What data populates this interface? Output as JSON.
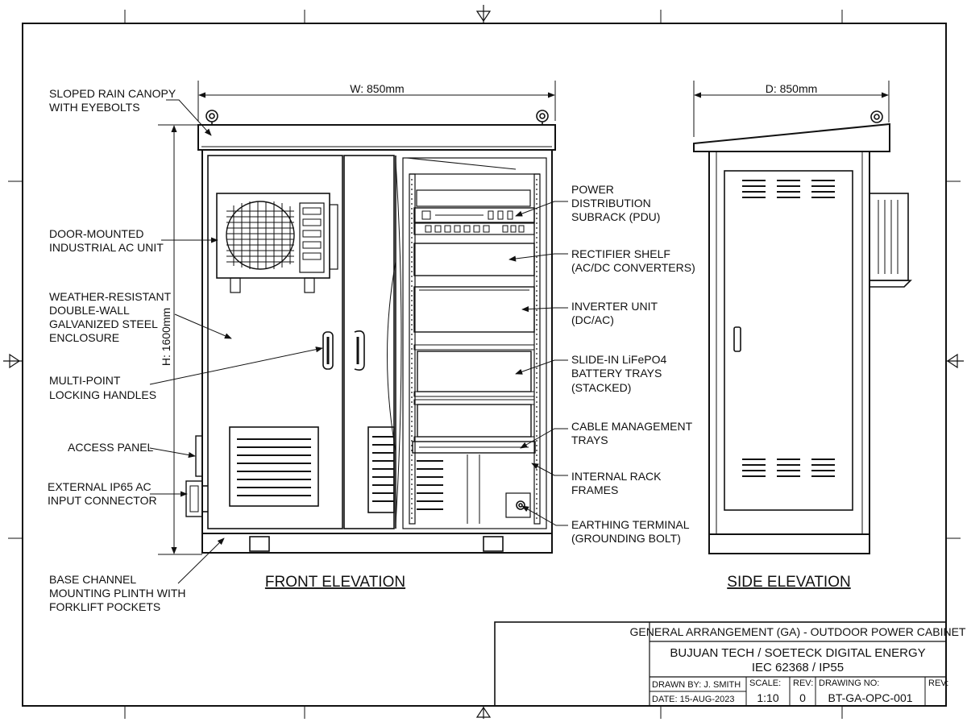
{
  "views": {
    "front_title": "FRONT ELEVATION",
    "side_title": "SIDE ELEVATION"
  },
  "dimensions": {
    "width": "W: 850mm",
    "depth": "D: 850mm",
    "height": "H: 1600mm"
  },
  "callouts_left": [
    [
      "SLOPED RAIN CANOPY",
      "WITH EYEBOLTS"
    ],
    [
      "DOOR-MOUNTED",
      "INDUSTRIAL AC UNIT"
    ],
    [
      "WEATHER-RESISTANT",
      "DOUBLE-WALL",
      "GALVANIZED STEEL",
      "ENCLOSURE"
    ],
    [
      "MULTI-POINT",
      "LOCKING HANDLES"
    ],
    [
      "ACCESS PANEL"
    ],
    [
      "EXTERNAL IP65 AC",
      "INPUT CONNECTOR"
    ],
    [
      "BASE CHANNEL",
      "MOUNTING PLINTH WITH",
      "FORKLIFT POCKETS"
    ]
  ],
  "callouts_right": [
    [
      "POWER",
      "DISTRIBUTION",
      "SUBRACK (PDU)"
    ],
    [
      "RECTIFIER SHELF",
      "(AC/DC CONVERTERS)"
    ],
    [
      "INVERTER UNIT",
      "(DC/AC)"
    ],
    [
      "SLIDE-IN LiFePO4",
      "BATTERY TRAYS",
      "(STACKED)"
    ],
    [
      "CABLE MANAGEMENT",
      "TRAYS"
    ],
    [
      "INTERNAL RACK",
      "FRAMES"
    ],
    [
      "EARTHING TERMINAL",
      "(GROUNDING BOLT)"
    ]
  ],
  "title_block": {
    "title": "GENERAL ARRANGEMENT (GA) - OUTDOOR POWER CABINET",
    "company": "BUJUAN TECH / SOETECK DIGITAL ENERGY",
    "standard": "IEC 62368 / IP55",
    "drawn_by": "DRAWN BY: J. SMITH",
    "date": "DATE:   15-AUG-2023",
    "scale_label": "SCALE:",
    "scale_value": "1:10",
    "rev_label": "REV:",
    "rev_value": "0",
    "drawing_no_label": "DRAWING NO:",
    "drawing_no": "BT-GA-OPC-001",
    "rev_label_2": "REV:"
  }
}
